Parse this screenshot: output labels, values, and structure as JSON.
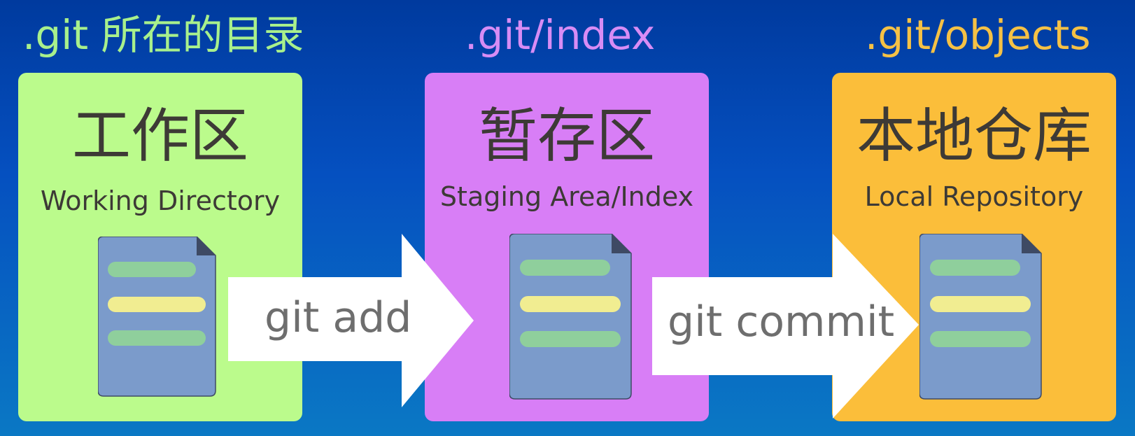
{
  "stages": [
    {
      "path": ".git 所在的目录",
      "title": "工作区",
      "subtitle": "Working Directory",
      "path_color": "#a8f08c",
      "panel_color": "#bbfb8c"
    },
    {
      "path": ".git/index",
      "title": "暂存区",
      "subtitle": "Staging Area/Index",
      "path_color": "#d78cf5",
      "panel_color": "#d87ef6"
    },
    {
      "path": ".git/objects",
      "title": "本地仓库",
      "subtitle": "Local Repository",
      "path_color": "#f5c145",
      "panel_color": "#fbbe3a"
    }
  ],
  "arrows": [
    {
      "label": "git add"
    },
    {
      "label": "git commit"
    }
  ],
  "colors": {
    "doc_body": "#7b9bcb",
    "doc_fold": "#3e4a64",
    "line_green": "#8fcf9c",
    "line_yellow": "#f1ed91",
    "arrow_fill": "#ffffff"
  }
}
